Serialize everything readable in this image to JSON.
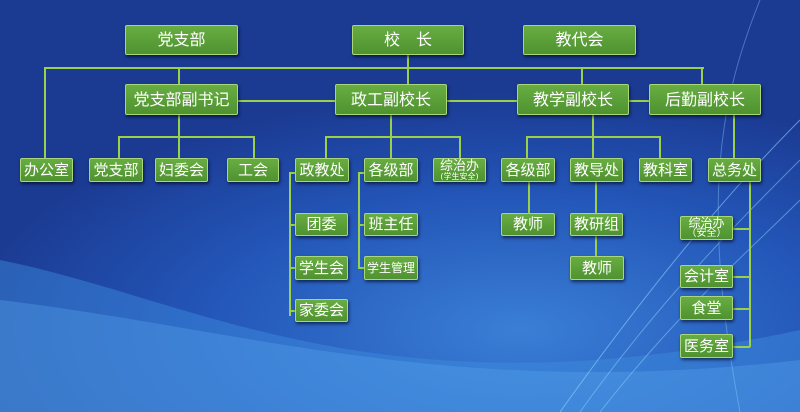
{
  "top": {
    "party": "党支部",
    "principal": "校　长",
    "congress": "教代会"
  },
  "deputies": {
    "party_deputy": "党支部副书记",
    "political": "政工副校长",
    "teaching": "教学副校长",
    "logistics": "后勤副校长"
  },
  "departments": {
    "office": "办公室",
    "party_branch": "党支部",
    "women": "妇委会",
    "union": "工会",
    "moral": "政教处",
    "grade_dept_1": "各级部",
    "security": "综治办",
    "security_sub": "(学生安全)",
    "grade_dept_2": "各级部",
    "academic": "教导处",
    "research": "教科室",
    "general": "总务处"
  },
  "sub_units": {
    "youth_league": "团委",
    "student_union": "学生会",
    "parents": "家委会",
    "head_teacher": "班主任",
    "student_mgmt": "学生管理",
    "teacher_1": "教师",
    "research_group": "教研组",
    "teacher_2": "教师",
    "security2": "综治办",
    "security2_sub": "（安全）",
    "accounting": "会计室",
    "canteen": "食堂",
    "clinic": "医务室"
  },
  "colors": {
    "box": "#5c9e3a",
    "line": "#9bd04a",
    "background": "#1e3f95"
  }
}
